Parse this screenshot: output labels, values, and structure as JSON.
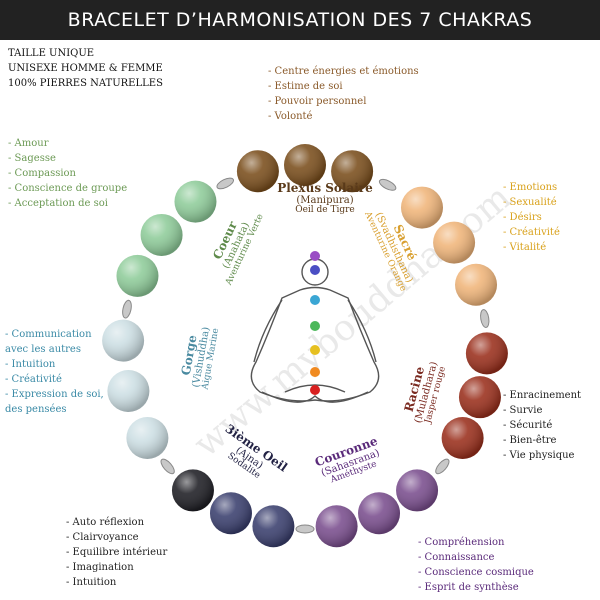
{
  "banner": {
    "title": "BRACELET D’HARMONISATION DES 7 CHAKRAS"
  },
  "info": [
    "TAILLE UNIQUE",
    "UNISEXE HOMME & FEMME",
    "100% PIERRES NATURELLES"
  ],
  "watermark": "www.mybouddha.com",
  "lists": {
    "plexus": {
      "color": "#8a5a2a",
      "items": [
        "- Centre énergies et émotions",
        "- Estime de soi",
        "- Pouvoir personnel",
        "- Volonté"
      ]
    },
    "coeur": {
      "color": "#6c9a55",
      "items": [
        "- Amour",
        "- Sagesse",
        "- Compassion",
        "- Conscience de groupe",
        "- Acceptation de soi"
      ]
    },
    "sacre": {
      "color": "#d9a21c",
      "items": [
        "- Emotions",
        "- Sexualité",
        "- Désirs",
        "- Créativité",
        "- Vitalité"
      ]
    },
    "gorge": {
      "color": "#3a8aa6",
      "items": [
        "- Communication",
        "avec les autres",
        "- Intuition",
        "- Créativité",
        "- Expression de soi,",
        "des pensées"
      ]
    },
    "racine": {
      "color": "#222222",
      "items": [
        "- Enracinement",
        "- Survie",
        "- Sécurité",
        "- Bien-être",
        "- Vie physique"
      ]
    },
    "oeil": {
      "color": "#222222",
      "items": [
        "- Auto réflexion",
        "- Clairvoyance",
        "- Equilibre intérieur",
        "- Imagination",
        "- Intuition"
      ]
    },
    "couronne": {
      "color": "#5a2a7a",
      "items": [
        "- Compréhension",
        "- Connaissance",
        "- Conscience cosmique",
        "- Esprit de synthèse"
      ]
    }
  },
  "chakras": {
    "plexus": {
      "name": "Plexus Solaire",
      "sanskrit": "(Manipura)",
      "stone": "Oeil de Tigre",
      "color": "#5a3a1a"
    },
    "coeur": {
      "name": "Coeur",
      "sanskrit": "(Anahata)",
      "stone": "Aventurine Verte",
      "color": "#5e8a4a"
    },
    "sacre": {
      "name": "Sacré",
      "sanskrit": "(Svadhisthana)",
      "stone": "Aventurine Orange",
      "color": "#d9a030"
    },
    "gorge": {
      "name": "Gorge",
      "sanskrit": "(Vishuddha)",
      "stone": "Aigue Marine",
      "color": "#4a8aa0"
    },
    "racine": {
      "name": "Racine",
      "sanskrit": "(Muladhara)",
      "stone": "Jasper rouge",
      "color": "#7a2a20"
    },
    "oeil": {
      "name": "3ième Oeil",
      "sanskrit": "(Ajna)",
      "stone": "Sodalite",
      "color": "#222244"
    },
    "couronne": {
      "name": "Couronne",
      "sanskrit": "(Sahasrana)",
      "stone": "Améthyste",
      "color": "#5a2a7a"
    }
  },
  "colors": {
    "banner": "#222222",
    "tiger_eye": "#7a4e1c",
    "orange_aventurine": "#f0b57a",
    "red_jasper": "#9a2f1c",
    "amethyst": "#7a4e8e",
    "sodalite": "#3a3f6e",
    "onyx": "#1e1e24",
    "aquamarine": "#cddfe4",
    "green_aventurine": "#8fcc9a",
    "spacer": "#c8c8c8"
  }
}
